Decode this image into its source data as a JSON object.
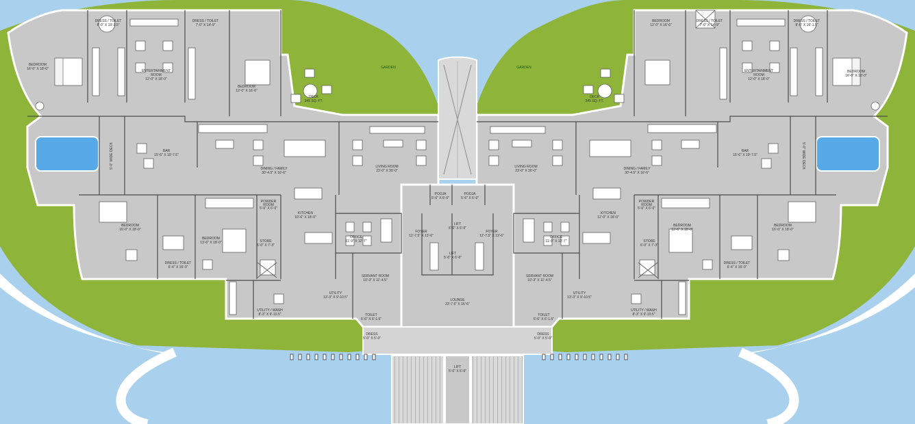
{
  "plan": {
    "colors": {
      "water": "#a9d1ee",
      "lawn": "#8fb43a",
      "floor": "#c8c8c8",
      "pool": "#57a9e8",
      "wall": "#ffffff"
    },
    "garden_labels": [
      "GARDEN",
      "GARDEN"
    ],
    "rooms_left": {
      "dress_toilet_top": [
        "DRESS / TOILET",
        "8'-0\" X 19'-1.5\"",
        "DRESS / TOILET",
        "7'-0\" X 14'-9\""
      ],
      "bedroom_1": [
        "BEDROOM",
        "16'-0\" X 18'-0\""
      ],
      "entertainment": [
        "ENTERTAINMENT",
        "ROOM",
        "12'-0\" X 18'-0\""
      ],
      "bedroom_2": [
        "BEDROOM",
        "12'-0\" X 16'-6\""
      ],
      "deck": [
        "DECK",
        "345 SQ. FT."
      ],
      "wide_deck": "5'-0\" WIDE DECK",
      "bar": [
        "BAR",
        "15'-6\" X 19'-7.5\""
      ],
      "dining": [
        "DINING / FAMILY",
        "30'-4.5\" X 16'-6\""
      ],
      "living": [
        "LIVING ROOM",
        "23'-0\" X 30'-0\""
      ],
      "bedroom_3": [
        "BEDROOM",
        "16'-0\" X 18'-0\""
      ],
      "dress_toilet_bottom": [
        "DRESS / TOILET",
        "6'-4\" X 16'-0\""
      ],
      "bedroom_4": [
        "BEDROOM",
        "13'-6\" X 18'-0\""
      ],
      "powder": [
        "POWDER",
        "ROOM",
        "5'-0\" X 6'-0\""
      ],
      "store": [
        "STORE",
        "6'-0\" X 7'-3\""
      ],
      "kitchen": [
        "KITCHEN",
        "10'-6\" X 18'-0\""
      ],
      "office": [
        "OFFICE",
        "11'-9\" X 12'-7\""
      ],
      "foyer": [
        "FOYER",
        "12'-7.5\" X 13'-6\""
      ],
      "servant": [
        "SERVANT ROOM",
        "10'-3\" X 11'-4.5\""
      ],
      "utility": [
        "UTILITY",
        "13'-3\" X 9'-10.5\""
      ],
      "utility_wash": [
        "UTILITY / WASH",
        "8'-3\" X 9'-10.5\""
      ],
      "toilet": [
        "TOILET",
        "5'-6\" X 6'-1.5\""
      ],
      "dress_small": [
        "DRESS",
        "5'-0\" X 5'-0\""
      ]
    },
    "rooms_right": {
      "bedroom_1": [
        "BEDROOM",
        "12'-0\" X 16'-6\""
      ],
      "dress_toilet_top": [
        "DRESS / TOILET",
        "7'-0\" X 14'-9\"",
        "DRESS / TOILET",
        "8'-0\" X 19'-1.5\""
      ],
      "entertainment": [
        "ENTERTAINMENT",
        "ROOM",
        "12'-0\" X 18'-0\""
      ],
      "bedroom_2": [
        "BEDROOM",
        "16'-0\" X 18'-0\""
      ],
      "deck": [
        "DECK",
        "345 SQ. FT."
      ],
      "wide_deck": "5'-0\" WIDE DECK",
      "bar": [
        "BAR",
        "15'-6\" X 19'-7.5\""
      ],
      "dining": [
        "DINING / FAMILY",
        "30'-4.5\" X 16'-6\""
      ],
      "living": [
        "LIVING ROOM",
        "23'-0\" X 30'-0\""
      ],
      "bedroom_3": [
        "BEDROOM",
        "16'-0\" X 18'-0\""
      ],
      "dress_toilet_bottom": [
        "DRESS / TOILET",
        "6'-4\" X 16'-0\""
      ],
      "bedroom_4": [
        "BEDROOM",
        "13'-6\" X 18'-0\""
      ],
      "powder": [
        "POWDER",
        "ROOM",
        "5'-0\" X 6'-0\""
      ],
      "store": [
        "STORE",
        "6'-0\" X 7'-3\""
      ],
      "kitchen": [
        "KITCHEN",
        "12'-0\" X 18'-0\""
      ],
      "office": [
        "OFFICE",
        "11'-9\" X 12'-7\""
      ],
      "foyer": [
        "FOYER",
        "12'-7.5\" X 13'-6\""
      ],
      "servant": [
        "SERVANT ROOM",
        "10'-3\" X 11'-4.5\""
      ],
      "utility": [
        "UTILITY",
        "13'-3\" X 9'-10.5\""
      ],
      "utility_wash": [
        "UTILITY / WASH",
        "8'-3\" X 9'-10.5\""
      ],
      "toilet": [
        "TOILET",
        "5'-6\" X 6'-1.5\""
      ],
      "dress_small": [
        "DRESS",
        "5'-0\" X 5'-0\""
      ]
    },
    "center": {
      "pooja_left": [
        "POOJA",
        "5'-6\" X 6'-0\""
      ],
      "pooja_right": [
        "POOJA",
        "5'-6\" X 6'-0\""
      ],
      "lift_1": [
        "LIFT",
        "6'-0\" X 6'-0\""
      ],
      "lift_2": [
        "LIFT",
        "5'-6\" X 6'-6\""
      ],
      "lobby": [
        "LOUNGE",
        "23'-7.5\" X 16'-6\""
      ],
      "lift_3": [
        "LIFT",
        "5'-6\" X 6'-6\""
      ]
    }
  }
}
